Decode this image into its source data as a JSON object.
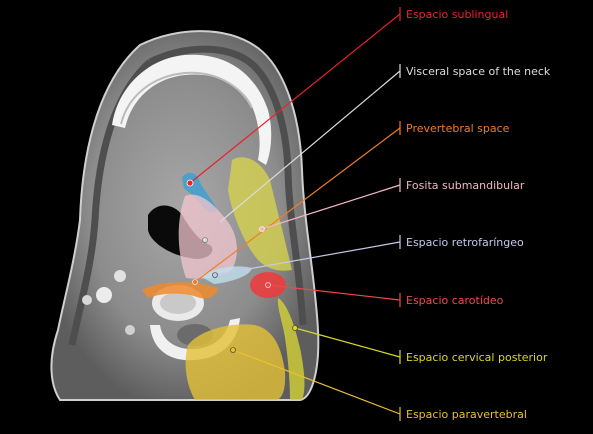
{
  "labels": [
    {
      "text": "Espacio sublingual",
      "color": "#e8232a"
    },
    {
      "text": "Visceral space of the neck",
      "color": "#dddddd"
    },
    {
      "text": "Prevertebral space",
      "color": "#f07d28"
    },
    {
      "text": "Fosita submandibular",
      "color": "#f2b7c4"
    },
    {
      "text": "Espacio retrofaríngeo",
      "color": "#c3cbe8"
    },
    {
      "text": "Espacio carotídeo",
      "color": "#ee4a4a"
    },
    {
      "text": "Espacio cervical posterior",
      "color": "#d9d82a"
    },
    {
      "text": "Espacio paravertebral",
      "color": "#e7c030"
    }
  ],
  "icons": [
    "ct-scan-image"
  ]
}
